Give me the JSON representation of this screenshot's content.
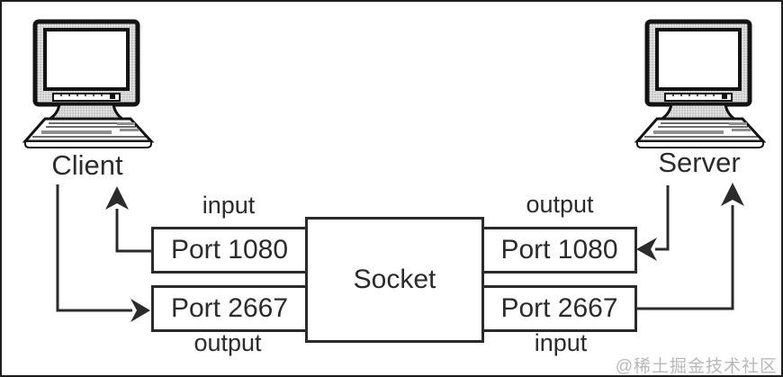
{
  "nodes": {
    "client": {
      "label": "Client"
    },
    "server": {
      "label": "Server"
    },
    "socket": {
      "label": "Socket"
    }
  },
  "client_side": {
    "port_top": {
      "label": "Port 1080",
      "direction": "input"
    },
    "port_bottom": {
      "label": "Port 2667",
      "direction": "output"
    }
  },
  "server_side": {
    "port_top": {
      "label": "Port 1080",
      "direction": "output"
    },
    "port_bottom": {
      "label": "Port 2667",
      "direction": "input"
    }
  },
  "watermark": {
    "text": "@稀土掘金技术社区",
    "color": "#b8b8b8"
  },
  "colors": {
    "stroke": "#2b2b2b",
    "box_fill": "#ffffff",
    "background": "#ffffff",
    "monitor_fill": "#dedede"
  },
  "icons": {
    "client": "desktop-computer-icon",
    "server": "desktop-computer-icon"
  }
}
